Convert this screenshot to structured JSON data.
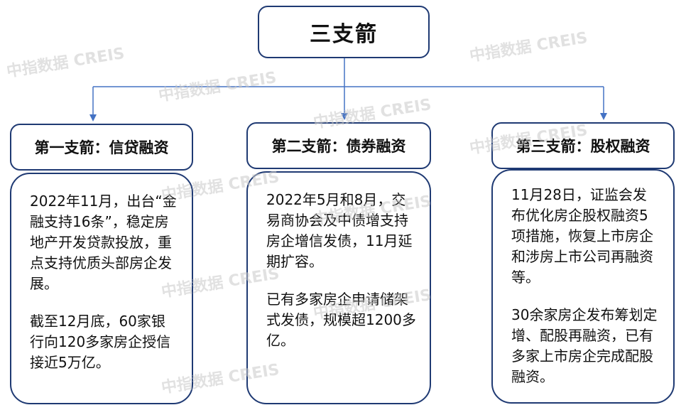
{
  "title": "三支箭",
  "arrows": [
    {
      "heading": "第一支箭：信贷融资",
      "paragraphs": [
        "2022年11月，出台“金融支持16条”，稳定房地产开发贷款投放，重点支持优质头部房企发展。",
        "截至12月底，60家银行向120多家房企授信接近5万亿。"
      ]
    },
    {
      "heading": "第二支箭：债券融资",
      "paragraphs": [
        "2022年5月和8月，交易商协会及中债增支持房企增信发债，11月延期扩容。",
        "已有多家房企申请储架式发债，规模超1200多亿。"
      ]
    },
    {
      "heading": "第三支箭：股权融资",
      "paragraphs": [
        "11月28日，证监会发布优化房企股权融资5项措施，恢复上市房企和涉房上市公司再融资等。",
        "30余家房企发布筹划定增、配股再融资，已有多家上市房企完成配股融资。"
      ]
    }
  ],
  "watermark": "中指数据 CREIS",
  "colors": {
    "border": "#1f3a73",
    "line": "#4472c4"
  }
}
